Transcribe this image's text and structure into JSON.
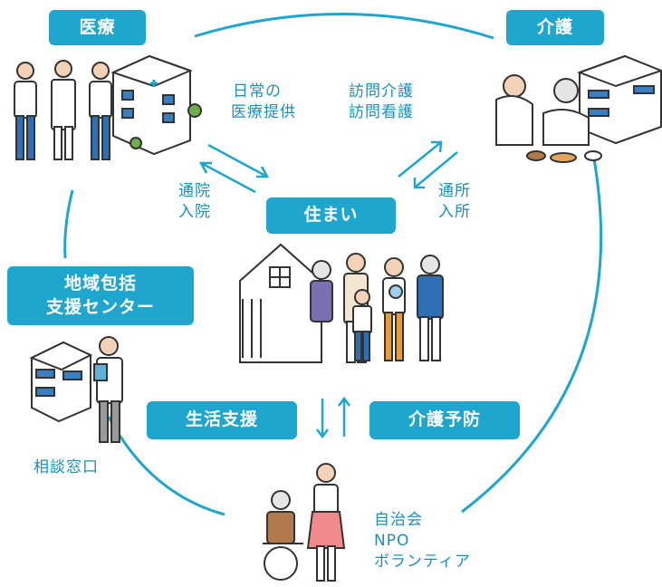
{
  "nodes": {
    "medical": "医療",
    "care": "介護",
    "home": "住まい",
    "center_line1": "地域包括",
    "center_line2": "支援センター",
    "life_support": "生活支援",
    "prevention": "介護予防"
  },
  "labels": {
    "daily_line1": "日常の",
    "daily_line2": "医療提供",
    "visit_line1": "訪問介護",
    "visit_line2": "訪問看護",
    "hospital_line1": "通院",
    "hospital_line2": "入院",
    "dayservice_line1": "通所",
    "dayservice_line2": "入所",
    "consult": "相談窓口",
    "community_line1": "自治会",
    "community_line2": "NPO",
    "community_line3": "ボランティア"
  },
  "colors": {
    "accent": "#1ea6cf",
    "text_blue": "#1a8fbd",
    "badge_text": "#ffffff"
  }
}
